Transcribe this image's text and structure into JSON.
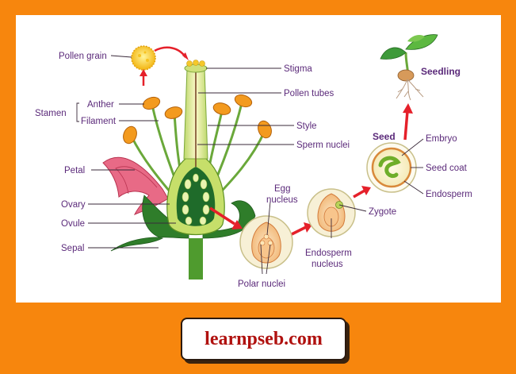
{
  "labels": {
    "pollen_grain": "Pollen grain",
    "stigma": "Stigma",
    "stamen": "Stamen",
    "anther": "Anther",
    "filament": "Filament",
    "pollen_tubes": "Pollen tubes",
    "style": "Style",
    "sperm_nuclei": "Sperm nuclei",
    "petal": "Petal",
    "ovary": "Ovary",
    "ovule": "Ovule",
    "sepal": "Sepal",
    "egg_nucleus_1": "Egg",
    "egg_nucleus_2": "nucleus",
    "polar_nuclei": "Polar nuclei",
    "zygote": "Zygote",
    "endosperm_nucleus_1": "Endosperm",
    "endosperm_nucleus_2": "nucleus",
    "seed": "Seed",
    "embryo": "Embryo",
    "seed_coat": "Seed coat",
    "endosperm": "Endosperm",
    "seedling": "Seedling"
  },
  "watermark": "learnpseb.com",
  "colors": {
    "background": "#F7860D",
    "label": "#5b2a7a",
    "arrow": "#e5202a",
    "stem": "#3f8f2a",
    "petal": "#e86a86"
  }
}
